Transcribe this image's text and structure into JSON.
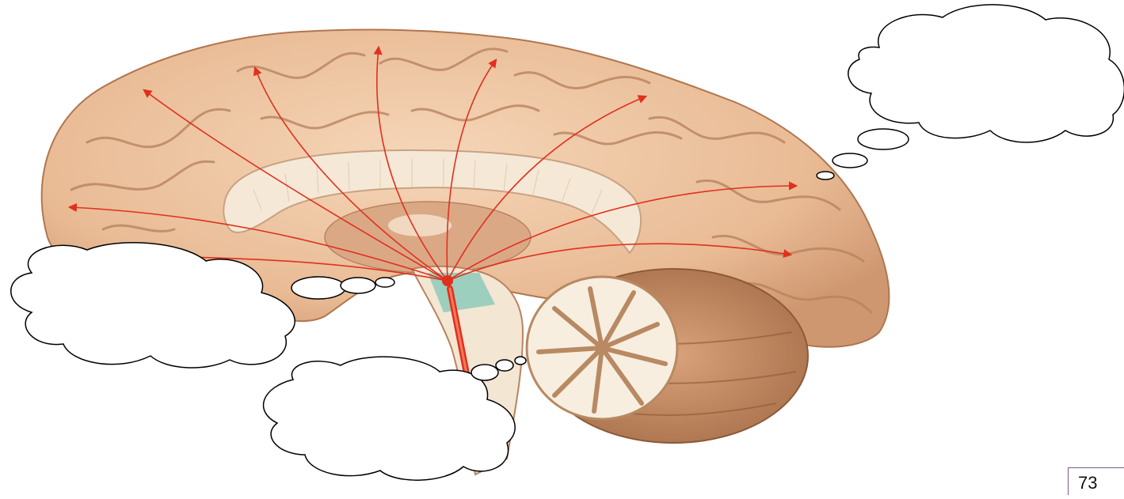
{
  "figure": {
    "page_number": "73",
    "colors": {
      "brain_tissue": "#ecc39f",
      "brain_shadow": "#c98e68",
      "corpus_callosum": "#f6e8d6",
      "brainstem": "#f3e6d3",
      "cerebellum_white": "#f7eee0",
      "cerebellum_gray": "#b88962",
      "arrow_red": "#e0301e",
      "reticular_teal": "#8ccab9",
      "cloud_outline": "#000000",
      "cloud_fill": "#ffffff"
    },
    "callouts": [
      {
        "name": "cloud-callout-top-right",
        "text": ""
      },
      {
        "name": "cloud-callout-left",
        "text": ""
      },
      {
        "name": "cloud-callout-bottom",
        "text": ""
      }
    ],
    "icons": [
      "brain-sagittal-illustration",
      "thought-cloud-callout",
      "red-projection-arrow"
    ]
  }
}
